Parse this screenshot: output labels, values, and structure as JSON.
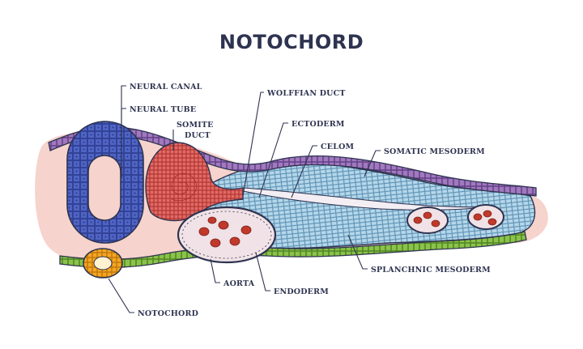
{
  "title": "NOTOCHORD",
  "labels": {
    "neural_canal": "NEURAL CANAL",
    "neural_tube": "NEURAL TUBE",
    "somite_duct_1": "SOMITE",
    "somite_duct_2": "DUCT",
    "wolffian_duct": "WOLFFIAN DUCT",
    "ectoderm": "ECTODERM",
    "celom": "CELOM",
    "somatic_mesoderm": "SOMATIC MESODERM",
    "splanchnic_mesoderm": "SPLANCHNIC MESODERM",
    "aorta": "AORTA",
    "endoderm": "ENDODERM",
    "notochord": "NOTOCHORD"
  },
  "colors": {
    "title_text": "#2e3350",
    "outline": "#2e3350",
    "background_tissue": "#f6d3cc",
    "ectoderm_layer": "#a079be",
    "neural_tube": "#4f64c3",
    "somite": "#d9534f",
    "mesoderm": "#a9d0e6",
    "endoderm_layer": "#8bc34a",
    "notochord": "#f5a623",
    "vessel_fill": "#f0e2e6",
    "blood_cell": "#c0392b"
  }
}
